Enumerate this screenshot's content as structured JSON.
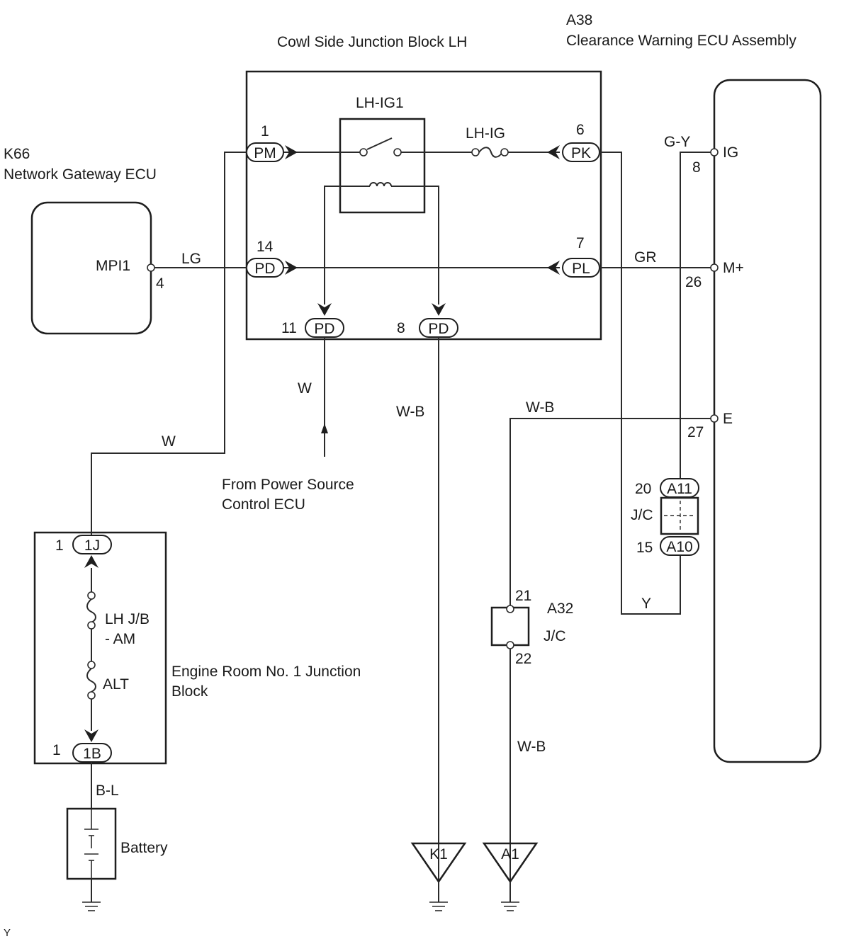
{
  "components": {
    "cowl_jb_title": "Cowl Side Junction Block LH",
    "a38_code": "A38",
    "a38_name": "Clearance Warning ECU Assembly",
    "k66_code": "K66",
    "k66_name": "Network Gateway ECU",
    "relay_name": "LH-IG1",
    "fuse_lhig_name": "LH-IG",
    "engine_jb_line1": "Engine Room No. 1 Junction",
    "engine_jb_line2": "Block",
    "fuse_lhjb_line1": "LH J/B",
    "fuse_lhjb_line2": "- AM",
    "fuse_alt_name": "ALT",
    "battery_name": "Battery",
    "power_source_line1": "From Power Source",
    "power_source_line2": "Control ECU",
    "jc_a32_code": "A32",
    "jc_a32_label": "J/C",
    "jc_a11_label": "J/C"
  },
  "connectors": {
    "pm": {
      "name": "PM",
      "pin": "1"
    },
    "pk": {
      "name": "PK",
      "pin": "6"
    },
    "pd14": {
      "name": "PD",
      "pin": "14"
    },
    "pl": {
      "name": "PL",
      "pin": "7"
    },
    "pd11": {
      "name": "PD",
      "pin": "11"
    },
    "pd8": {
      "name": "PD",
      "pin": "8"
    },
    "j1": {
      "name": "1J",
      "pin": "1"
    },
    "b1": {
      "name": "1B",
      "pin": "1"
    },
    "a11": {
      "name": "A11",
      "pin": "20"
    },
    "a10": {
      "name": "A10",
      "pin": "15"
    }
  },
  "terminals": {
    "mpi1": {
      "name": "MPI1",
      "pin": "4"
    },
    "ig": {
      "name": "IG",
      "pin": "8"
    },
    "m_plus": {
      "name": "M+",
      "pin": "26"
    },
    "e": {
      "name": "E",
      "pin": "27"
    },
    "a32_in": {
      "pin": "21"
    },
    "a32_out": {
      "pin": "22"
    }
  },
  "wires": {
    "lg": "LG",
    "gr": "GR",
    "gy": "G-Y",
    "w_power": "W",
    "w_left": "W",
    "wb_pd8": "W-B",
    "wb_e": "W-B",
    "wb_ground": "W-B",
    "bl": "B-L",
    "y": "Y"
  },
  "grounds": {
    "k1": "K1",
    "a1": "A1"
  },
  "corner_mark": "Y"
}
